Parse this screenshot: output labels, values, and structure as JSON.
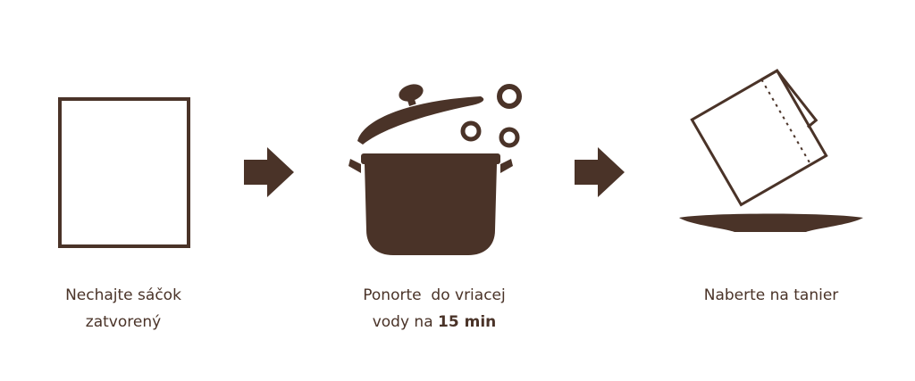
{
  "colors": {
    "ink": "#4a3328",
    "background": "#ffffff"
  },
  "steps": [
    {
      "icon": "sealed-pouch-icon",
      "caption_line1": "Nechajte sáčok",
      "caption_line2": "zatvorený"
    },
    {
      "icon": "boiling-pot-icon",
      "caption_line1": "Ponorte  do vriacej",
      "caption_line2_prefix": "vody na ",
      "caption_line2_bold": "15 min"
    },
    {
      "icon": "pour-onto-plate-icon",
      "caption_line1": "Naberte na tanier"
    }
  ],
  "arrows": [
    "arrow-right-icon",
    "arrow-right-icon"
  ]
}
